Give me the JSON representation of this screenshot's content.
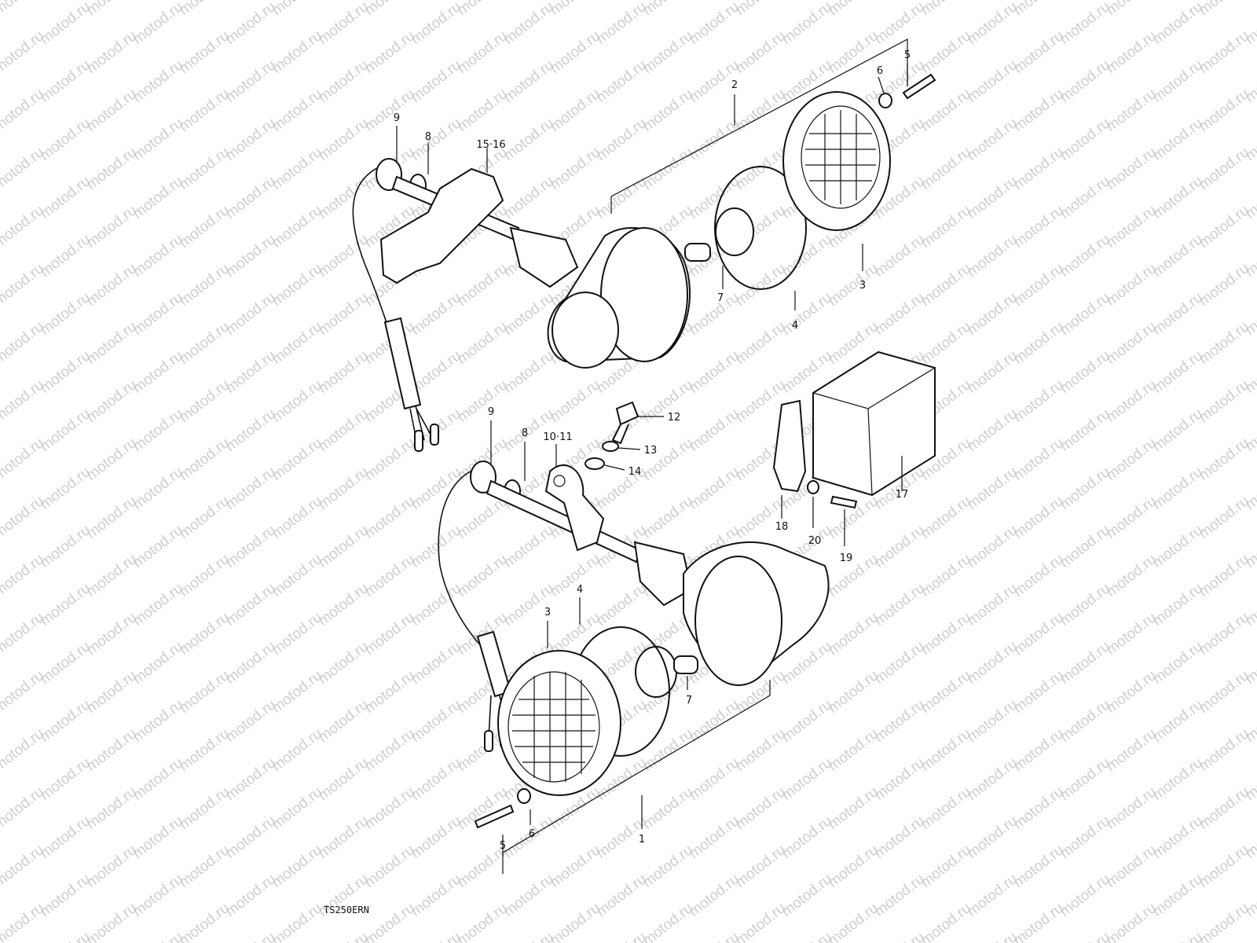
{
  "watermark": "motod.ru",
  "model_code": "TS250ERN",
  "callouts": {
    "c1": "1",
    "c2": "2",
    "c3a": "3",
    "c3b": "3",
    "c4a": "4",
    "c4b": "4",
    "c5a": "5",
    "c5b": "5",
    "c6a": "6",
    "c6b": "6",
    "c7a": "7",
    "c7b": "7",
    "c8a": "8",
    "c8b": "8",
    "c9a": "9",
    "c9b": "9",
    "c10_11": "10·11",
    "c12": "12",
    "c13": "13",
    "c14": "14",
    "c15_16": "15·16",
    "c17": "17",
    "c18": "18",
    "c19": "19",
    "c20": "20"
  }
}
